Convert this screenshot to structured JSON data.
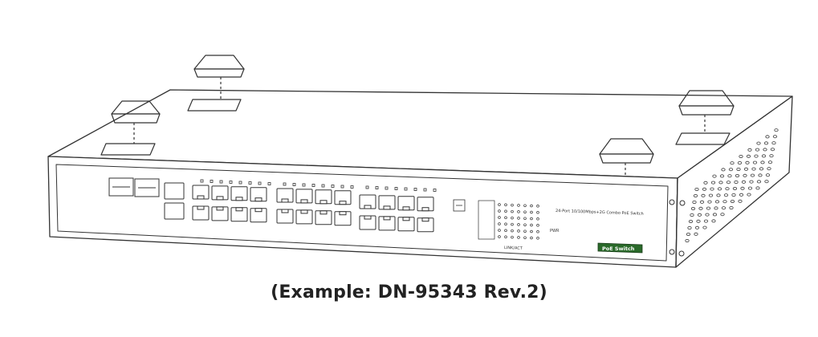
{
  "caption": "(Example: DN-95343 Rev.2)",
  "switch": {
    "model_text": "24-Port 10/100Mbps+2G Combo PoE Switch",
    "logo_text": "PoE Switch",
    "led_group_label": "LINK/ACT",
    "power_label": "PWR"
  },
  "counts": {
    "feet": 4,
    "poe_ports": 24,
    "combo_ports": 2
  },
  "colors": {
    "outline": "#333333",
    "logo": "#1f5a1f",
    "caption": "#222222"
  }
}
